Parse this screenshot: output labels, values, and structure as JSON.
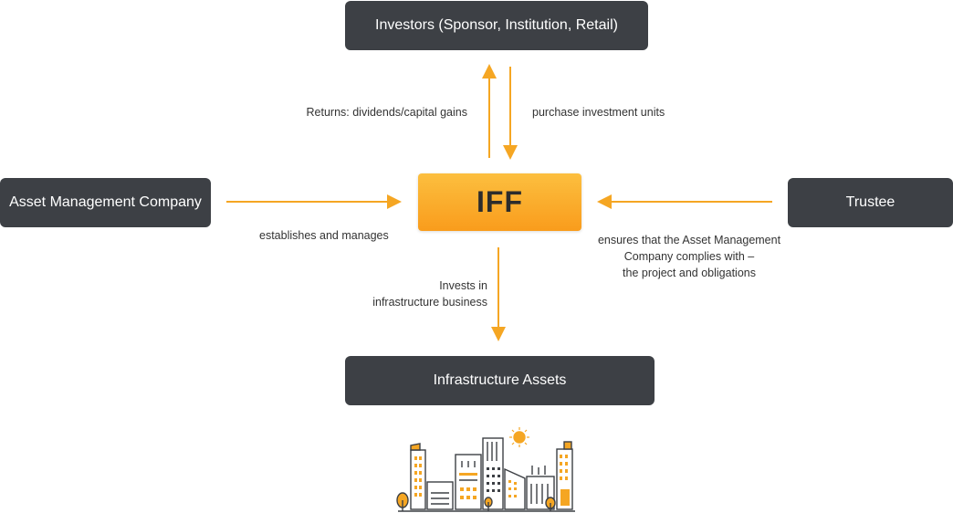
{
  "nodes": {
    "investors": "Investors (Sponsor, Institution, Retail)",
    "amc": "Asset Management Company",
    "iff": "IFF",
    "trustee": "Trustee",
    "infrastructure": "Infrastructure Assets"
  },
  "edges": {
    "returns": "Returns: dividends/capital gains",
    "purchase": "purchase investment units",
    "establishes": "establishes and manages",
    "trustee_line1": "ensures that the Asset Management",
    "trustee_line2": "Company complies with –",
    "trustee_line3": "the project and obligations",
    "invests_line1": "Invests in",
    "invests_line2": "infrastructure business"
  },
  "colors": {
    "arrow": "#f5a623",
    "box": "#3d4045",
    "iff_top": "#fcbf3f",
    "iff_bottom": "#f99c1c"
  },
  "illustration": {
    "icon": "city-skyline-icon"
  }
}
